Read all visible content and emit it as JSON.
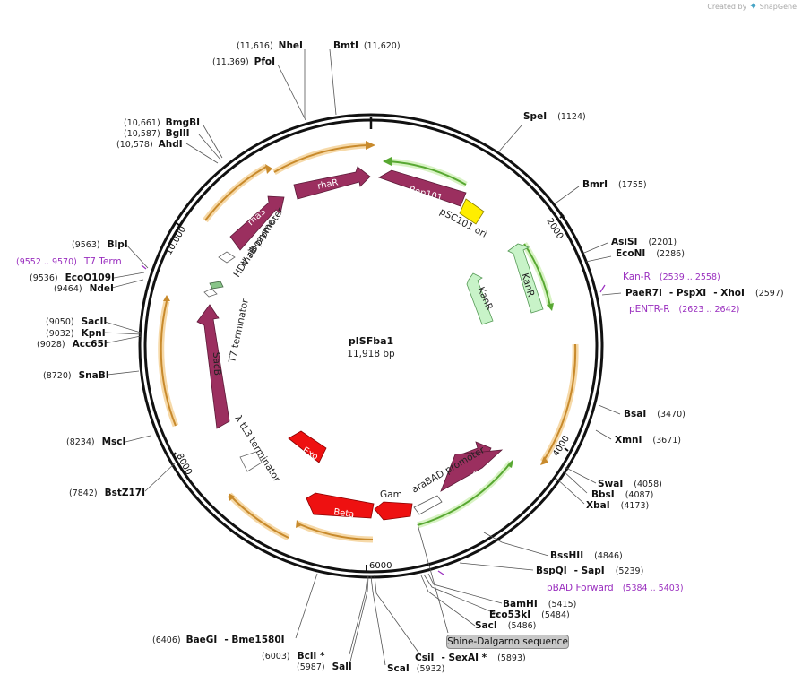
{
  "branding": {
    "created_by": "Created by",
    "app_name": "SnapGene"
  },
  "plasmid": {
    "name": "pISFba1",
    "size_label": "11,918 bp",
    "total_bp": 11918
  },
  "ring_ticks": [
    "2000",
    "4000",
    "6000",
    "8000",
    "10,000"
  ],
  "restriction_sites": [
    {
      "name": "NheI",
      "position": "(11,616)"
    },
    {
      "name": "BmtI",
      "position": "(11,620)"
    },
    {
      "name": "PfoI",
      "position": "(11,369)"
    },
    {
      "name": "BmgBI",
      "position": "(10,661)"
    },
    {
      "name": "BglII",
      "position": "(10,587)"
    },
    {
      "name": "AhdI",
      "position": "(10,578)"
    },
    {
      "name": "SpeI",
      "position": "(1124)"
    },
    {
      "name": "BmrI",
      "position": "(1755)"
    },
    {
      "name": "AsiSI",
      "position": "(2201)"
    },
    {
      "name": "EcoNI",
      "position": "(2286)"
    },
    {
      "name": "PaeR7I",
      "position": ""
    },
    {
      "name": "- PspXI",
      "position": ""
    },
    {
      "name": "- XhoI",
      "position": "(2597)"
    },
    {
      "name": "BsaI",
      "position": "(3470)"
    },
    {
      "name": "XmnI",
      "position": "(3671)"
    },
    {
      "name": "SwaI",
      "position": "(4058)"
    },
    {
      "name": "BbsI",
      "position": "(4087)"
    },
    {
      "name": "XbaI",
      "position": "(4173)"
    },
    {
      "name": "BssHII",
      "position": "(4846)"
    },
    {
      "name": "BspQI",
      "position": ""
    },
    {
      "name": "- SapI",
      "position": "(5239)"
    },
    {
      "name": "BamHI",
      "position": "(5415)"
    },
    {
      "name": "Eco53kI",
      "position": "(5484)"
    },
    {
      "name": "SacI",
      "position": "(5486)"
    },
    {
      "name": "CsiI",
      "position": ""
    },
    {
      "name": "- SexAI *",
      "position": "(5893)"
    },
    {
      "name": "ScaI",
      "position": "(5932)"
    },
    {
      "name": "BclI *",
      "position": "(6003)"
    },
    {
      "name": "SalI",
      "position": "(5987)"
    },
    {
      "name": "BaeGI",
      "position": "(6406)"
    },
    {
      "name": "- Bme1580I",
      "position": ""
    },
    {
      "name": "BstZ17I",
      "position": "(7842)"
    },
    {
      "name": "MscI",
      "position": "(8234)"
    },
    {
      "name": "SnaBI",
      "position": "(8720)"
    },
    {
      "name": "SacII",
      "position": "(9050)"
    },
    {
      "name": "KpnI",
      "position": "(9032)"
    },
    {
      "name": "Acc65I",
      "position": "(9028)"
    },
    {
      "name": "BlpI",
      "position": "(9563)"
    },
    {
      "name": "EcoO109I",
      "position": "(9536)"
    },
    {
      "name": "NdeI",
      "position": "(9464)"
    }
  ],
  "primers": [
    {
      "name": "T7 Term",
      "range": "(9552 .. 9570)"
    },
    {
      "name": "Kan-R",
      "range": "(2539 .. 2558)"
    },
    {
      "name": "pENTR-R",
      "range": "(2623 .. 2642)"
    },
    {
      "name": "pBAD Forward",
      "range": "(5384 .. 5403)"
    }
  ],
  "features": {
    "rep101": "Rep101",
    "psc101_ori": "pSC101 ori",
    "kanr_1": "KanR",
    "kanr_2": "KanR",
    "rhar": "rhaR",
    "rhas": "rhaS",
    "rhab_promoter": "rhaB promoter",
    "hdv_ribozyme": "HDV ribozyme",
    "t7_terminator": "T7 terminator",
    "sacb": "SacB",
    "tl3_terminator": "λ tL3 terminator",
    "exo": "Exo",
    "beta": "Beta",
    "gam": "Gam",
    "arabad_promoter": "araBAD promoter",
    "arac": "araC",
    "shine_dalgarno": "Shine-Dalgarno sequence"
  },
  "colors": {
    "cds": "#9b2f5f",
    "red_cds": "#ee1111",
    "marker": "#c8f3c8",
    "ori": "#ffee00",
    "orf_orange": "#c88a2c",
    "orf_green": "#58a832",
    "primer": "#9a2fbf"
  }
}
